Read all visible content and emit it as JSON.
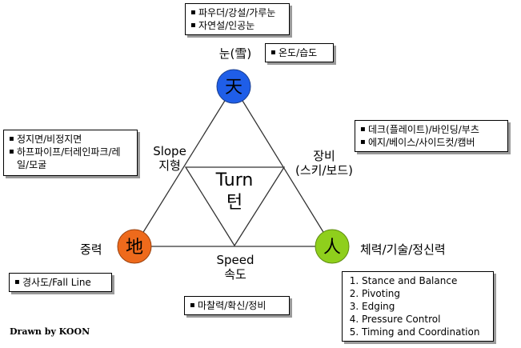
{
  "nodes": {
    "heaven": {
      "symbol": "天",
      "label": "눈(雪)",
      "color": "#1f5ee8"
    },
    "earth": {
      "symbol": "地",
      "label": "중력",
      "color": "#ee6a1c"
    },
    "human": {
      "symbol": "人",
      "label": "체력/기술/정신력",
      "color": "#8fcf1c"
    }
  },
  "edges": {
    "slope": {
      "line1": "Slope",
      "line2": "지형"
    },
    "equipment": {
      "line1": "장비",
      "line2": "(스키/보드)"
    },
    "speed": {
      "line1": "Speed",
      "line2": "속도"
    }
  },
  "center": {
    "line1": "Turn",
    "line2": "턴"
  },
  "boxes": {
    "snow_types": [
      "파우더/강설/가루눈",
      "자연설/인공눈"
    ],
    "temp_humidity": [
      "온도/습도"
    ],
    "terrain": [
      "정지면/비정지면",
      "하프파이프/터레인파크/레일/모굴"
    ],
    "equipment": [
      "데크(플레이트)/바인딩/부츠",
      "에지/베이스/사이드컷/캠버"
    ],
    "gravity": [
      "경사도/Fall Line"
    ],
    "speed": [
      "마찰력/확신/정비"
    ],
    "skills": [
      "Stance and Balance",
      "Pivoting",
      "Edging",
      "Pressure Control",
      "Timing and Coordination"
    ]
  },
  "footer": "Drawn by KOON"
}
